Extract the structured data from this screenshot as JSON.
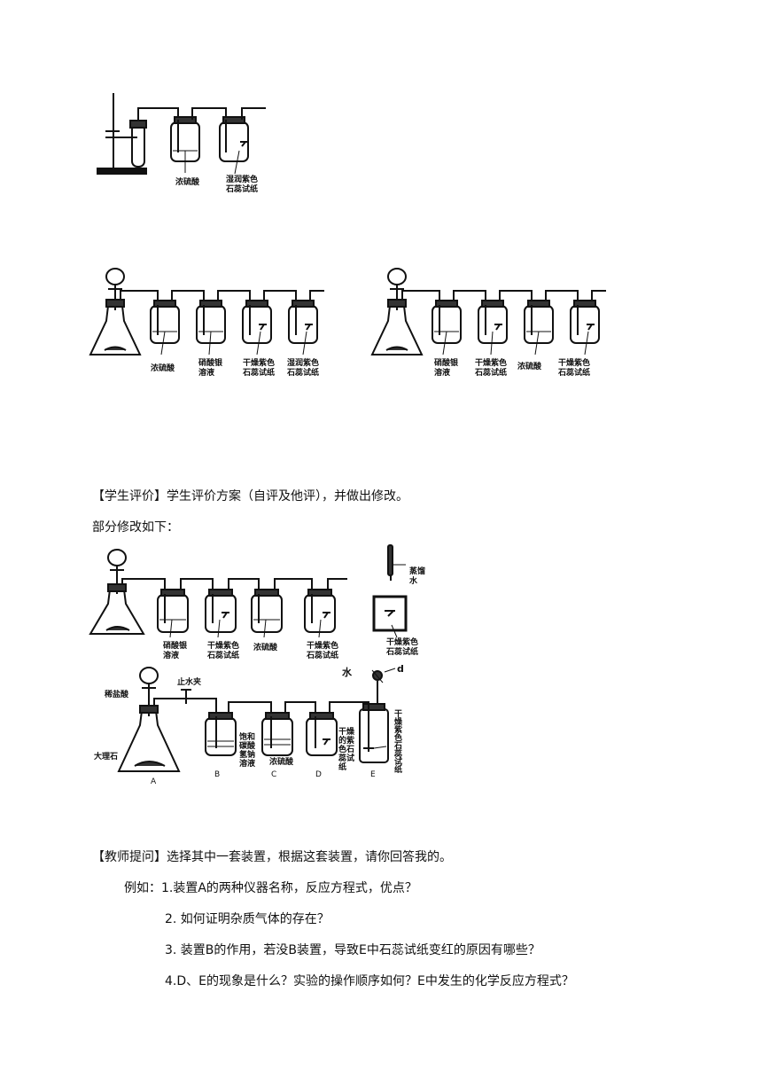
{
  "figures": {
    "fig1": {
      "labels": [
        "浓硫酸",
        "湿润紫色",
        "石蕊试纸"
      ]
    },
    "fig2": {
      "labels": [
        "浓硫酸",
        "硝酸银",
        "溶液",
        "干燥紫色",
        "石蕊试纸",
        "湿润紫色",
        "石蕊试纸"
      ]
    },
    "fig3": {
      "labels": [
        "硝酸银",
        "溶液",
        "干燥紫色",
        "石蕊试纸",
        "浓硫酸",
        "干燥紫色",
        "石蕊试纸"
      ]
    },
    "fig4": {
      "labels": [
        "硝酸银",
        "溶液",
        "干燥紫色",
        "石蕊试纸",
        "浓硫酸",
        "干燥紫色",
        "石蕊试纸"
      ],
      "side": [
        "蒸馏",
        "水",
        "干燥紫色",
        "石蕊试纸"
      ]
    },
    "fig5": {
      "labels": [
        "稀盐酸",
        "止水夹",
        "大理石",
        "饱和",
        "碳酸",
        "氢钠",
        "溶液",
        "浓硫酸",
        "干燥",
        "的紫",
        "色石",
        "蕊试",
        "纸",
        "水",
        "d",
        "干燥紫色石蕊试纸"
      ],
      "letters": [
        "A",
        "B",
        "C",
        "D",
        "E"
      ]
    }
  },
  "text": {
    "eval_tag": "【学生评价】",
    "eval_body": "学生评价方案（自评及他评），并做出修改。",
    "eval_sub": "部分修改如下：",
    "teacher_tag": "【教师提问】",
    "teacher_body": "选择其中一套装置，根据这套装置，请你回答我的。",
    "q1": "例如：1.装置A的两种仪器名称，反应方程式，优点？",
    "q2": "2. 如何证明杂质气体的存在？",
    "q3": "3. 装置B的作用，若没B装置，导致E中石蕊试纸变红的原因有哪些？",
    "q4": "4.D、E的现象是什么？实验的操作顺序如何？E中发生的化学反应方程式？"
  }
}
